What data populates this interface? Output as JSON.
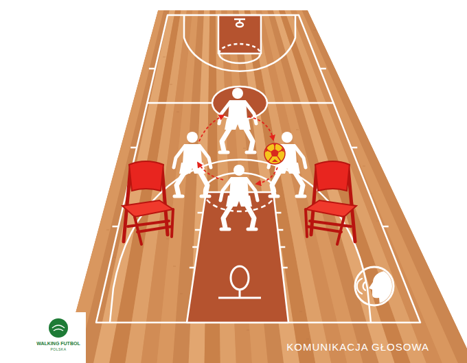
{
  "diagram": {
    "caption": "KOMUNIKACJA GŁOSOWA",
    "labels": [
      "WALKING FUTBOL",
      "POLSKA"
    ]
  }
}
